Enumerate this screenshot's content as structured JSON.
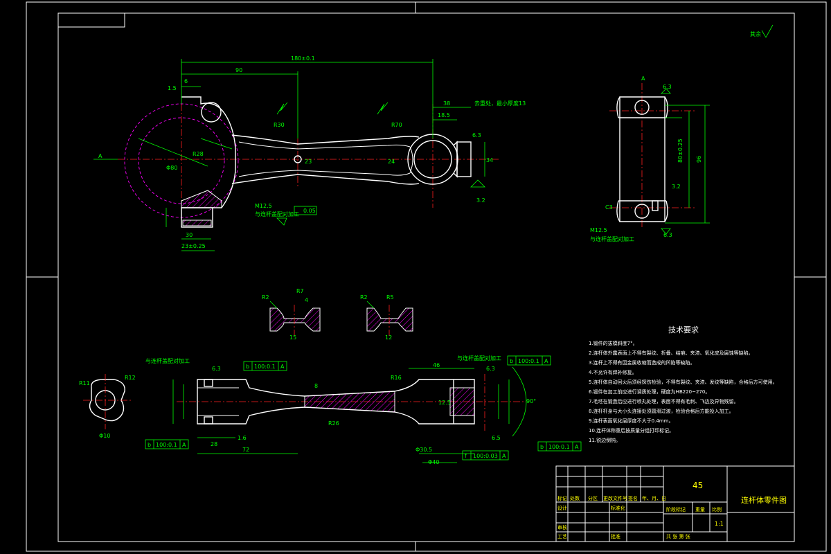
{
  "drawing": {
    "title_block": {
      "material": "45",
      "part_name": "连杆体零件图",
      "scale": "1:1",
      "labels": {
        "mark": "标记",
        "count": "处数",
        "zone": "分区",
        "doc_no": "更改文件号",
        "sign": "签名",
        "date": "年、月、日",
        "design": "设计",
        "standardize": "标准化",
        "stage_mark": "阶段标记",
        "weight": "重量",
        "scale_label": "比例",
        "review": "审核",
        "process": "工艺",
        "approve": "批准",
        "sheets": "共    张    第    张"
      }
    },
    "tech_requirements": {
      "heading": "技术要求",
      "items": [
        "1.锻件的拔模斜度7°。",
        "2.连杆体外露表面上不得有裂纹、折叠、结疤、夹渣、氧化皮及腐蚀等缺陷。",
        "3.连杆上不得有因金属收缩而造成的凹陷等缺陷。",
        "4.不允许有焊补修复。",
        "5.连杆体自动回火后须经探伤检验，不得有裂纹、夹渣、发纹等缺陷，合格后方可使用。",
        "6.锻件在加工前应进行调质处理，硬度为HB220~270。",
        "7.毛坯在锻造后应进行喷丸处理，表面不得有毛刺、飞边及异物残留。",
        "8.连杆杆身与大小头连接处须圆滑过渡，检验合格后方能投入加工。",
        "9.连杆表面氧化层厚度不大于0.4mm。",
        "10.连杆体称重后按质量分组打印标记。",
        "11.锐边倒钝。"
      ]
    },
    "roughness_note": "其余",
    "annotations": {
      "top_view": {
        "dim_overall": "180±0.1",
        "dim_half": "90",
        "dim_6": "6",
        "dim_15": "1.5",
        "dim_38": "38",
        "dim_18_5": "18.5",
        "dim_6_3": "6.3",
        "dim_34": "34",
        "dim_3_2": "3.2",
        "dim_r30": "R30",
        "dim_r70": "R70",
        "dim_d80": "Φ80",
        "dim_r28": "R28",
        "dim_23": "23",
        "dim_24": "24",
        "dim_30": "30",
        "dim_width": "23±0.25",
        "note_top": "去重处，最小厚度13",
        "tol_frame": "0.05",
        "thread_note": "M12.5",
        "note_pair": "与连杆盖配对加工",
        "section_a": "A"
      },
      "side_view": {
        "dim_80": "80±0.25",
        "dim_96": "96",
        "dim_6_3": "6.3",
        "dim_c3": "C3",
        "dim_3_2": "3.2",
        "thread_note": "M12.5",
        "note_pair": "与连杆盖配对加工",
        "section_a": "A"
      },
      "sections": {
        "r2_left": "R2",
        "r7_left": "R7",
        "dim_4": "4",
        "dim_15": "15",
        "r2_right": "R2",
        "r5_right": "R5",
        "dim_12": "12"
      },
      "bottom_view": {
        "tol_b1": "b",
        "tol_b1_val": "100:0.1",
        "tol_b1_ref": "A",
        "tol_b2": "b",
        "tol_b2_val": "100:0.1",
        "tol_b2_ref": "A",
        "tol_b3": "b",
        "tol_b3_val": "100:0.1",
        "tol_b3_ref": "A",
        "tol_b4": "b",
        "tol_b4_val": "100:0.1",
        "tol_b4_ref": "A",
        "tol_f": "f",
        "tol_f_val": "100:0.03",
        "tol_f_ref": "A",
        "dim_28": "28",
        "dim_72": "72",
        "dim_46": "46",
        "dim_r11": "R11",
        "dim_r12": "R12",
        "dim_d10": "Φ10",
        "dim_d20": "Φ30.5",
        "dim_d40": "Φ40",
        "dim_6_3": "6.3",
        "dim_1_6": "1.6",
        "dim_12_5": "12.5",
        "dim_r16": "R16",
        "dim_90": "90°",
        "dim_r26": "R26",
        "dim_8": "8",
        "dim_6_5": "6.5",
        "note_pair_l": "与连杆盖配对加工",
        "note_pair_r": "与连杆盖配对加工"
      }
    }
  }
}
